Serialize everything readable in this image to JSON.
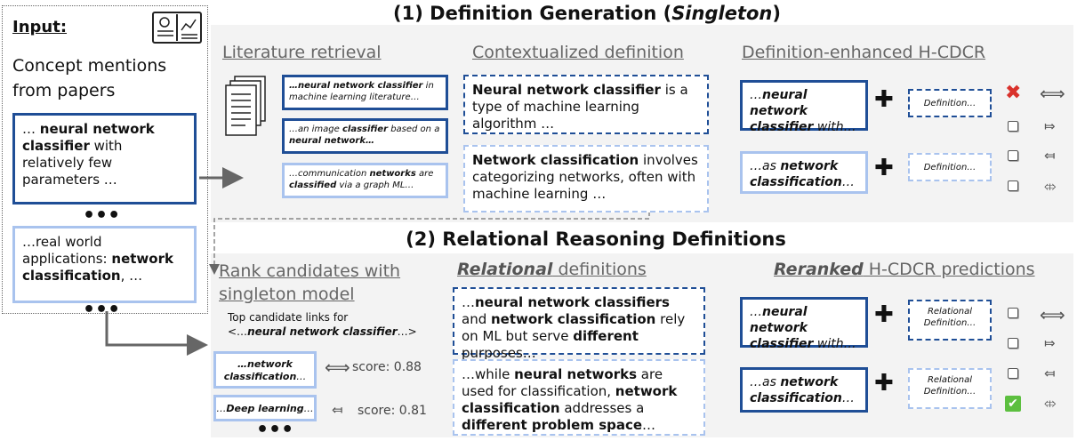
{
  "input": {
    "label": "Input:",
    "description": "Concept mentions from papers",
    "mention1": {
      "pre": "… ",
      "bold": "neural network classifier",
      "post": " with relatively few parameters …"
    },
    "ellipsis": "•••",
    "mention2": {
      "pre": "…real world applications: ",
      "bold": "network classification",
      "post": ", …"
    },
    "ellipsis2": "•••"
  },
  "section1": {
    "title_pre": "(1)   Definition Generation (",
    "title_em": "Singleton",
    "title_post": ")",
    "retrieval": {
      "heading": "Literature retrieval",
      "snippets": [
        {
          "a": "…neural network classifier",
          "b": " in machine learning literature…"
        },
        {
          "a": "…an image ",
          "b": "classifier",
          "c": " based on a ",
          "d": "neural network…"
        },
        {
          "a": "…communication ",
          "b": "networks",
          "c": " are ",
          "d": "classified",
          "e": " via a graph ML…"
        }
      ]
    },
    "contextualized": {
      "heading": "Contextualized definition",
      "def1": {
        "bold": "Neural network classifier",
        "rest": " is a type of machine learning algorithm …"
      },
      "def2": {
        "bold": "Network classification",
        "rest": " involves categorizing networks, often with machine learning …"
      }
    },
    "enhanced": {
      "heading": "Definition-enhanced H-CDCR",
      "m1": {
        "pre": "…",
        "bold": "neural network classifier",
        "post": " with…"
      },
      "m2": {
        "pre": "…as ",
        "bold": "network classification",
        "post": "…"
      },
      "def_label": "Definition…"
    }
  },
  "section2": {
    "title": "(2) Relational Reasoning Definitions",
    "rank": {
      "heading_l1": "Rank candidates with",
      "heading_l2": "singleton model",
      "caption_l1": "Top candidate links for",
      "caption_l2_pre": "<…",
      "caption_l2_bold": "neural network classifier",
      "caption_l2_post": "…>",
      "cand1": {
        "bold": "…network classification",
        "post": "…",
        "score": "score: 0.88"
      },
      "cand2": {
        "pre": "…",
        "bold": "Deep learning",
        "post": "…",
        "score": "score: 0.81"
      },
      "ellipsis": "•••"
    },
    "relational": {
      "heading_em": "Relational",
      "heading_rest": " definitions",
      "d1": {
        "p1": "…",
        "b1": "neural network classifiers",
        "p2": " and ",
        "b2": "network classification",
        "p3": " rely on ML but serve ",
        "b3": "different",
        "p4": " purposes…"
      },
      "d2": {
        "p1": "…while ",
        "b1": "neural networks",
        "p2": " are used for classification, ",
        "b2": "network classification",
        "p3": " addresses a ",
        "b3": "different problem space",
        "p4": "…"
      }
    },
    "reranked": {
      "heading_em": "Reranked",
      "heading_rest": " H-CDCR predictions",
      "m1": {
        "pre": "…",
        "bold": "neural network classifier",
        "post": " with…"
      },
      "m2": {
        "pre": "…as ",
        "bold": "network classification",
        "post": "…"
      },
      "rel_label": "Relational Definition…"
    }
  },
  "symbols": {
    "equiv": "⟺",
    "right": "⤇",
    "left": "⤆",
    "none": "⤄",
    "plus": "✚",
    "cross": "✖",
    "check": "✔"
  },
  "colors": {
    "dark_blue": "#1f4e96",
    "light_blue": "#a9c3ee",
    "panel": "#f3f3f3",
    "wrong": "#d9312b",
    "correct": "#5cbf3f"
  },
  "icons": [
    "book-icon",
    "document-stack-icon"
  ]
}
